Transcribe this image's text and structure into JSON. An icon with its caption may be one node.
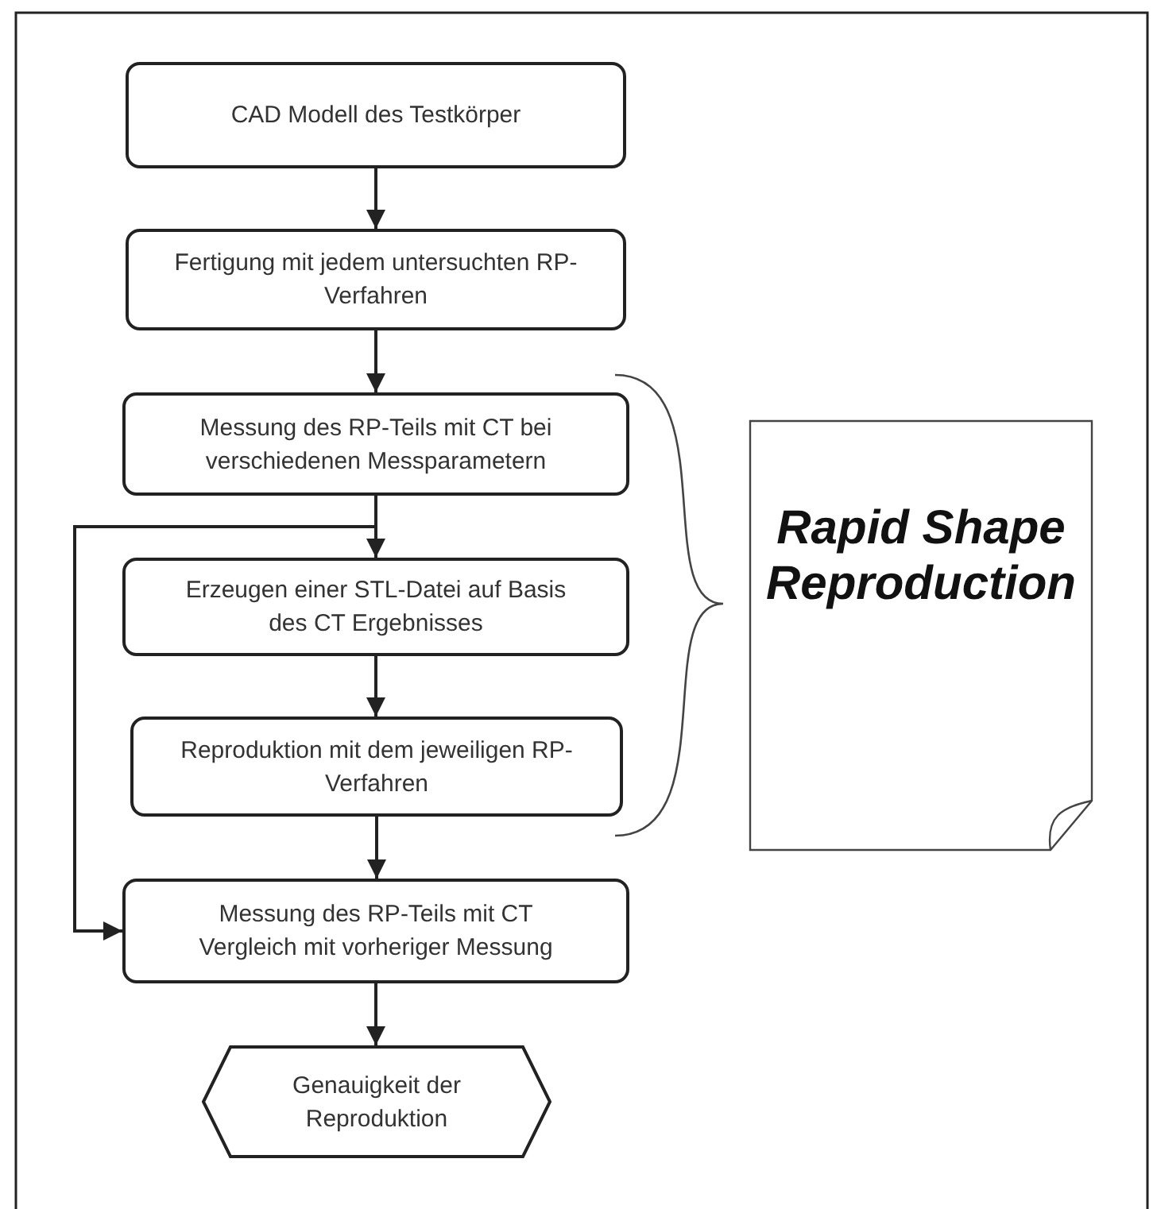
{
  "diagram": {
    "nodes": [
      {
        "text": [
          "CAD Modell des Testkörper"
        ]
      },
      {
        "text": [
          "Fertigung mit jedem untersuchten RP-Verfahren"
        ]
      },
      {
        "text": [
          "Messung des RP-Teils mit CT bei verschiedenen Messparametern"
        ]
      },
      {
        "text": [
          "Erzeugen einer STL-Datei auf Basis des CT Ergebnisses"
        ]
      },
      {
        "text": [
          "Reproduktion mit dem jeweiligen RP-Verfahren"
        ]
      },
      {
        "text": [
          "Messung des RP-Teils mit CT Vergleich mit vorheriger Messung"
        ]
      },
      {
        "text": [
          "Genauigkeit der Reproduktion"
        ]
      },
      {
        "text": [
          "Rapid Shape Reproduction"
        ]
      }
    ],
    "edges": [
      {
        "from": 0,
        "to": 1,
        "arrow": "to"
      },
      {
        "from": 1,
        "to": 2,
        "arrow": "to"
      },
      {
        "from": 2,
        "to": 3,
        "arrow": "to"
      },
      {
        "from": 3,
        "to": 4,
        "arrow": "to"
      },
      {
        "from": 4,
        "to": 5,
        "arrow": "to"
      },
      {
        "from": 5,
        "to": 6,
        "arrow": "to"
      },
      {
        "from": 2,
        "to": 5,
        "arrow": "to"
      }
    ]
  }
}
